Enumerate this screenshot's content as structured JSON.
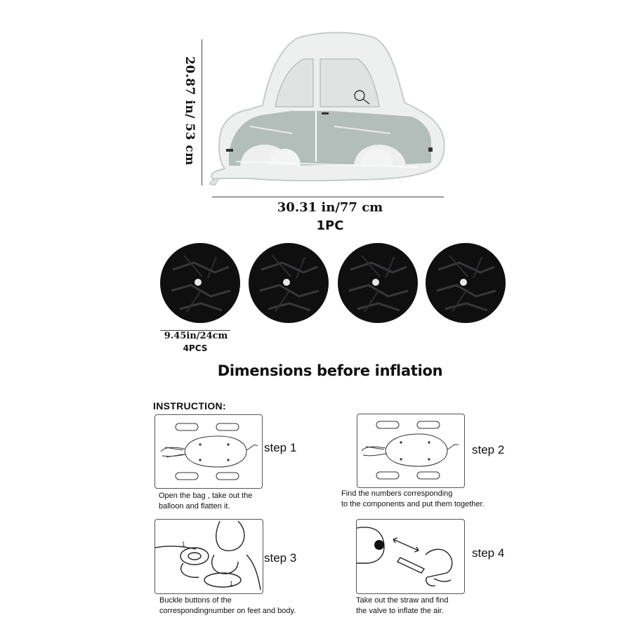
{
  "balloon": {
    "height_label": "20.87 in/ 53 cm",
    "width_label": "30.31 in/77 cm",
    "quantity_label": "1PC"
  },
  "wheels": {
    "size_label": "9.45in/24cm",
    "quantity_label": "4PCS"
  },
  "heading": "Dimensions before inflation",
  "instruction": {
    "title": "INSTRUCTION:",
    "steps": [
      {
        "label": "step 1",
        "caption_lines": [
          "Open the bag , take out the",
          "balloon and flatten it."
        ]
      },
      {
        "label": "step 2",
        "caption_lines": [
          "Find the numbers corresponding",
          "to the components and put them together."
        ]
      },
      {
        "label": "step 3",
        "caption_lines": [
          "Buckle buttons of the",
          "correspondingnumber on feet and body."
        ]
      },
      {
        "label": "step 4",
        "caption_lines": [
          "Take out the straw and find",
          "the valve to inflate the air."
        ]
      }
    ]
  },
  "colors": {
    "car_foil": "#e9ecec",
    "car_accent": "#9aaaa6",
    "wheel": "#0f0f10",
    "line": "#444444"
  }
}
